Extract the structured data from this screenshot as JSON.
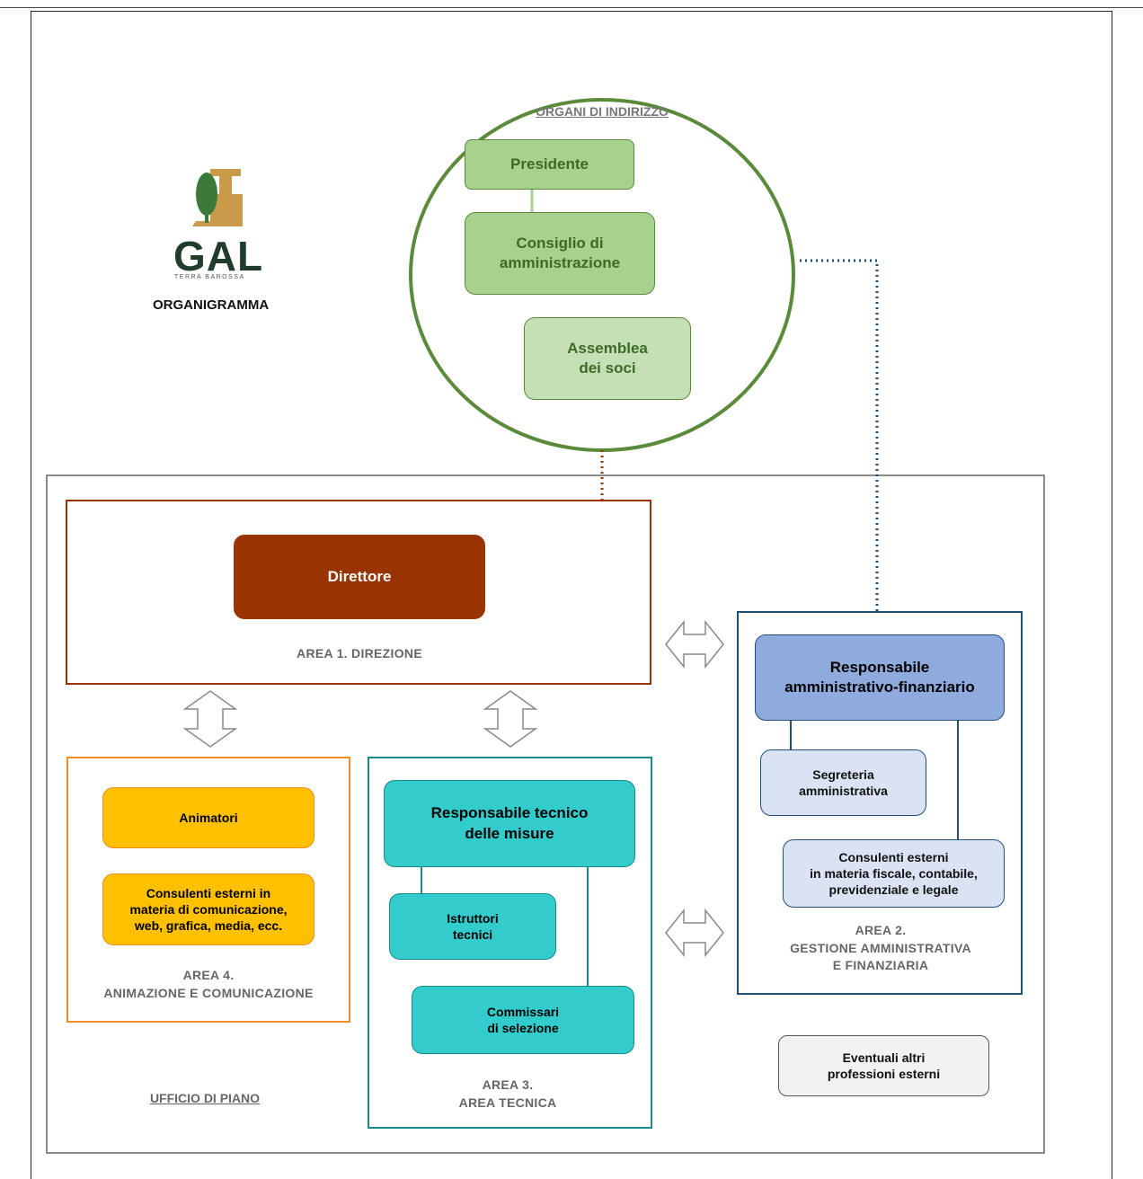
{
  "logo": {
    "text": "GAL",
    "subtext": "TERRA BAROSSA"
  },
  "title": "ORGANIGRAMMA",
  "organi": {
    "title": "ORGANI DI INDIRIZZO",
    "presidente": "Presidente",
    "consiglio": "Consiglio di\namministrazione",
    "assemblea": "Assemblea\ndei soci"
  },
  "ufficio_label": "UFFICIO DI PIANO",
  "area1": {
    "direttore": "Direttore",
    "caption": "AREA 1. DIREZIONE"
  },
  "area2": {
    "responsabile": "Responsabile\namministrativo-finanziario",
    "segreteria": "Segreteria\namministrativa",
    "consulenti": "Consulenti esterni\nin materia fiscale, contabile,\nprevidenziale e legale",
    "caption": "AREA 2.\nGESTIONE AMMINISTRATIVA\nE FINANZIARIA"
  },
  "area3": {
    "responsabile": "Responsabile tecnico\ndelle misure",
    "istruttori": "Istruttori\ntecnici",
    "commissari": "Commissari\ndi selezione",
    "caption": "AREA 3.\nAREA TECNICA"
  },
  "area4": {
    "animatori": "Animatori",
    "consulenti": "Consulenti esterni in\nmateria di comunicazione,\nweb, grafica, media, ecc.",
    "caption": "AREA 4.\nANIMAZIONE E COMUNICAZIONE"
  },
  "altri": "Eventuali altri\nprofessioni esterni",
  "colors": {
    "green": "#5a8a3a",
    "green_fill": "#a9d18e",
    "green_light": "#c5e0b4",
    "green_text": "#3d6b27",
    "brown": "#993300",
    "blue_dark": "#1f4e79",
    "blue_fill": "#8faadc",
    "blue_light": "#dae3f3",
    "teal": "#33cccc",
    "teal_dark": "#1a8a8a",
    "orange": "#f28c28",
    "gold": "#ffc000"
  }
}
